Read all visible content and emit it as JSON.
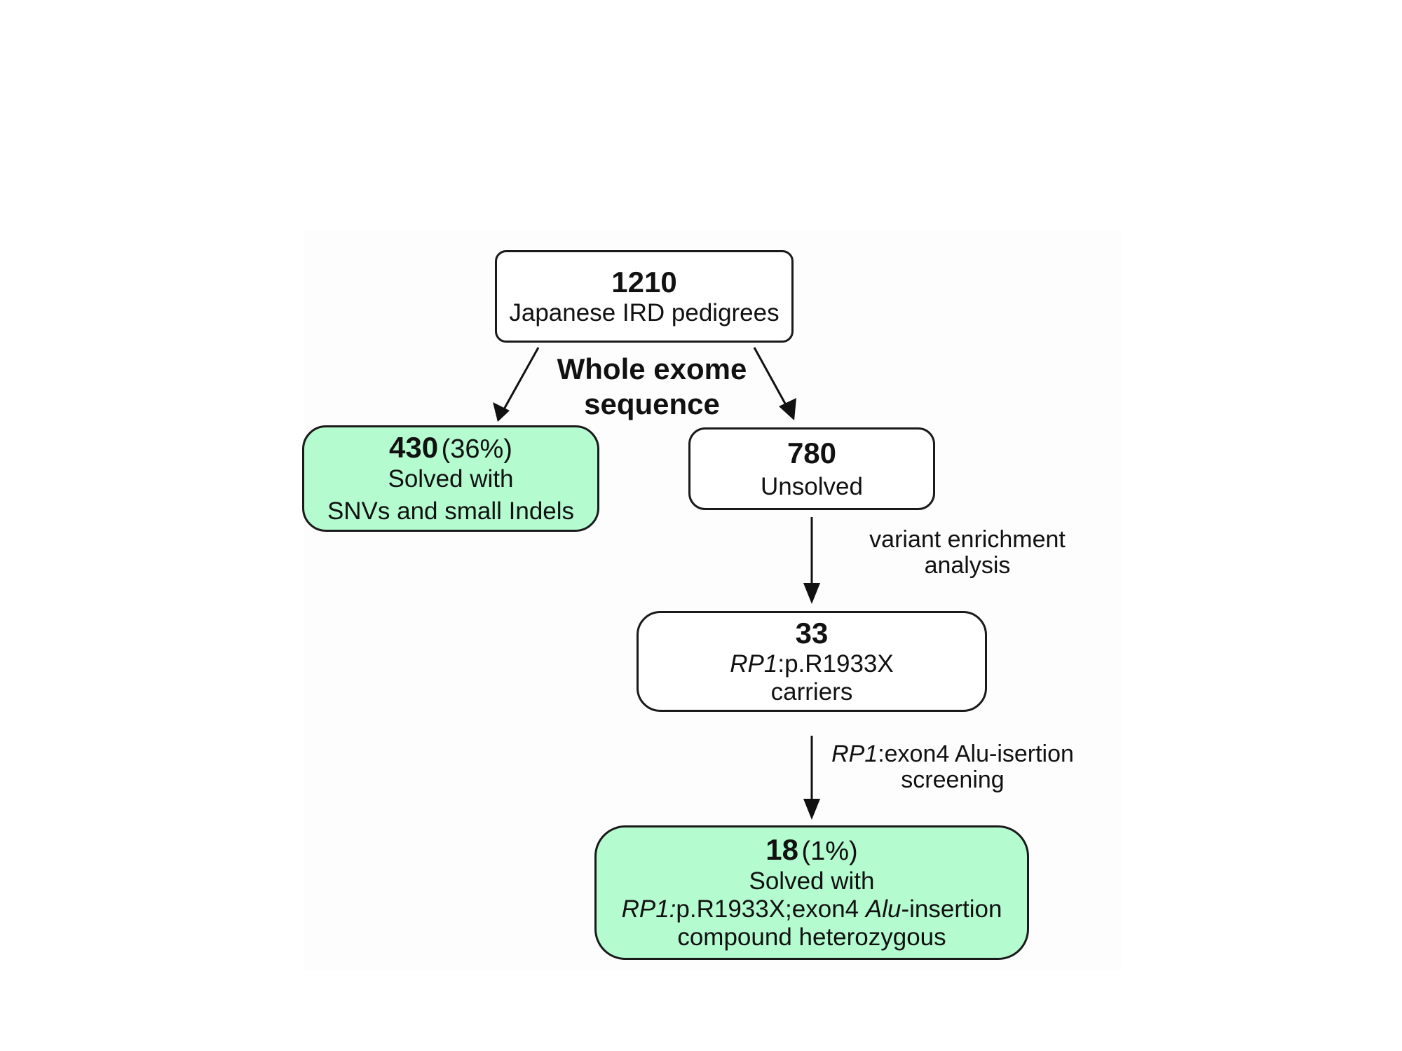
{
  "nodes": {
    "pedigrees": {
      "number": "1210",
      "line1": "Japanese IRD pedigrees"
    },
    "solved_snv": {
      "number": "430",
      "percent": "(36%)",
      "line1": "Solved with",
      "line2": "SNVs and small Indels"
    },
    "unsolved": {
      "number": "780",
      "line1": "Unsolved"
    },
    "carriers": {
      "number": "33",
      "gene": "RP1",
      "variant": ":p.R1933X",
      "line2": "carriers"
    },
    "solved_alu": {
      "number": "18",
      "percent": "(1%)",
      "line1": "Solved with",
      "gene": "RP1:",
      "variant": "p.R1933X;exon4 ",
      "alu": "Alu",
      "alu_suffix": "-insertion",
      "line3": "compound heterozygous"
    }
  },
  "edge_labels": {
    "wes_line1": "Whole exome",
    "wes_line2": "sequence",
    "enrich_line1": "variant enrichment",
    "enrich_line2": "analysis",
    "screen_gene": "RP1",
    "screen_rest": ":exon4 Alu-isertion",
    "screen_line2": "screening"
  },
  "colors": {
    "solved_fill": "#b4fbd0",
    "box_border": "#1a1a1a",
    "arrow": "#111111"
  }
}
